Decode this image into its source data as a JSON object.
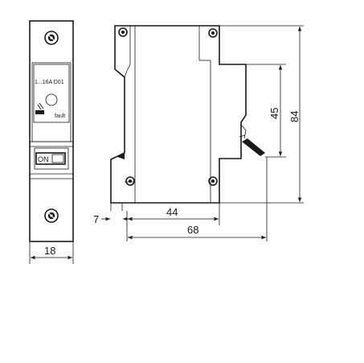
{
  "front_view": {
    "rating_label": "1...16A D01",
    "fault_label": "fault",
    "switch_label": "ON",
    "width_dim": "18"
  },
  "side_view": {
    "dims": {
      "offset": "7",
      "depth_inner": "44",
      "depth_total": "68",
      "height_front": "45",
      "height_total": "84"
    }
  },
  "colors": {
    "line": "#1a1a1a",
    "background": "#ffffff"
  }
}
